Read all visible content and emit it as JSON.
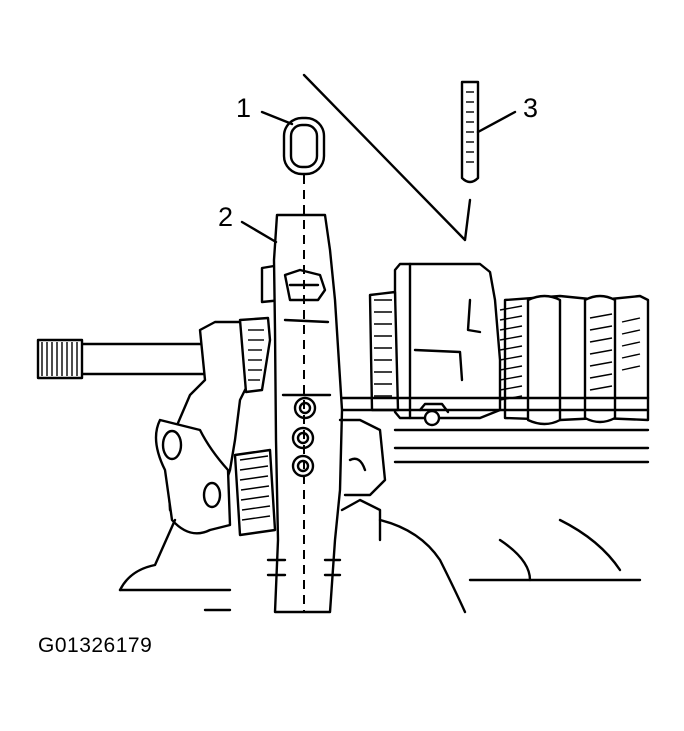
{
  "callouts": [
    {
      "label": "1",
      "part": "plug"
    },
    {
      "label": "2",
      "part": "housing"
    },
    {
      "label": "3",
      "part": "pin-punch"
    }
  ],
  "figure_id": "G01326179"
}
